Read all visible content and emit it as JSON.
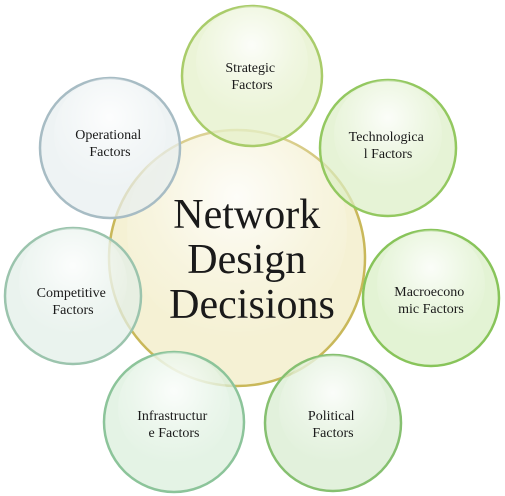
{
  "center": {
    "lines": [
      "Network",
      "Design",
      "Decisions"
    ],
    "fill": "#f4efcf",
    "stroke": "#c9b85a"
  },
  "factors": [
    {
      "id": "strategic",
      "lines": [
        "Strategic",
        "Factors"
      ],
      "fill": "#e3f0c8",
      "stroke": "#a9cc6a"
    },
    {
      "id": "technological",
      "lines": [
        "Technologica",
        "l Factors"
      ],
      "fill": "#dcefc6",
      "stroke": "#93c860"
    },
    {
      "id": "macroeconomic",
      "lines": [
        "Macroecono",
        "mic Factors"
      ],
      "fill": "#d8eec4",
      "stroke": "#88c45a"
    },
    {
      "id": "political",
      "lines": [
        "Political",
        "Factors"
      ],
      "fill": "#d7ecce",
      "stroke": "#86c070"
    },
    {
      "id": "infrastructure",
      "lines": [
        "Infrastructur",
        "e Factors"
      ],
      "fill": "#daeedb",
      "stroke": "#8cc49a"
    },
    {
      "id": "competitive",
      "lines": [
        "Competitive",
        "Factors"
      ],
      "fill": "#e2efe7",
      "stroke": "#9bc4ad"
    },
    {
      "id": "operational",
      "lines": [
        "Operational",
        "Factors"
      ],
      "fill": "#e8eef0",
      "stroke": "#a7bcc4"
    }
  ]
}
